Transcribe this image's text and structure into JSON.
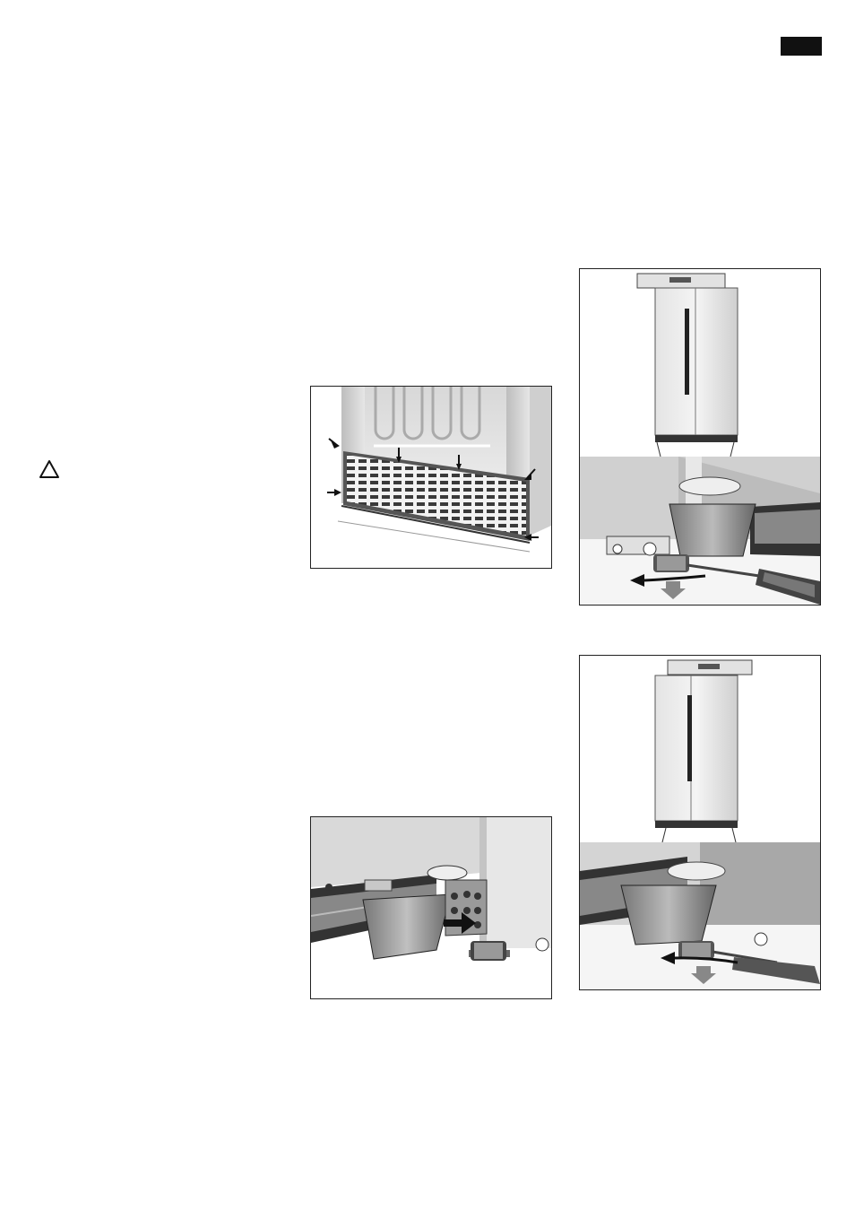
{
  "page": {
    "background": "#ffffff",
    "tab_color": "#111111",
    "line_color": "#222222"
  },
  "icons": {
    "warning": "warning-triangle-icon",
    "arrow": "arrow-icon",
    "screwdriver": "screwdriver-icon"
  },
  "figures": [
    {
      "id": "fig-grille",
      "depicts": "ventilation-grille"
    },
    {
      "id": "fig-level-1",
      "depicts": "spirit-level-adjust-foot"
    },
    {
      "id": "fig-skirt",
      "depicts": "skirt-panel-attach"
    },
    {
      "id": "fig-level-2",
      "depicts": "spirit-level-adjust-foot"
    }
  ]
}
